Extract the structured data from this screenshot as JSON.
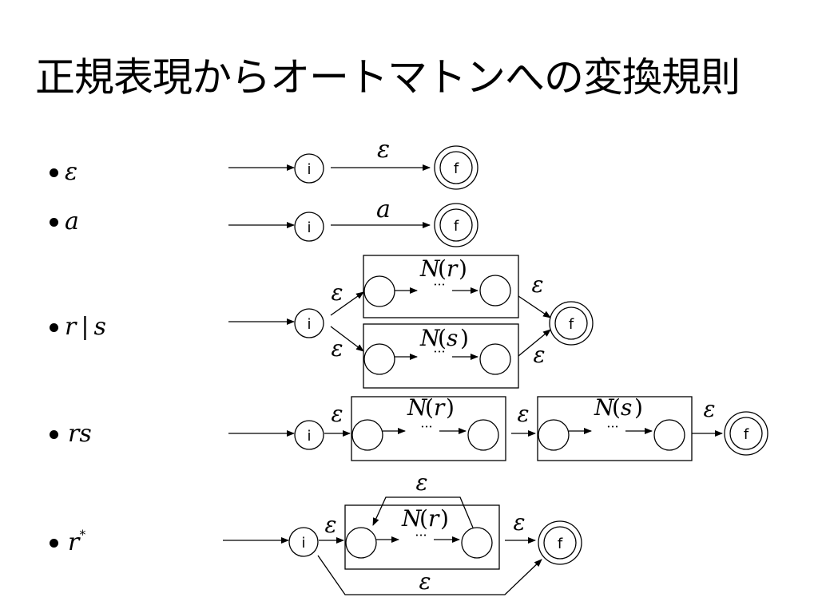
{
  "title": "正規表現からオートマトンへの変換規則",
  "rules": [
    {
      "label": "ε"
    },
    {
      "label": "a"
    },
    {
      "label_r": "r",
      "label_bar": "|",
      "label_s": "s"
    },
    {
      "label": "rs"
    },
    {
      "label": "r",
      "sup": "*"
    }
  ],
  "diagram": {
    "start_state": "i",
    "final_state": "f",
    "epsilon": "ε",
    "symbol_a": "a",
    "ellipsis": "···",
    "nr": {
      "N": "N",
      "open": "(",
      "arg": "r",
      "close": ")"
    },
    "ns": {
      "N": "N",
      "open": "(",
      "arg": "s",
      "close": ")"
    }
  }
}
